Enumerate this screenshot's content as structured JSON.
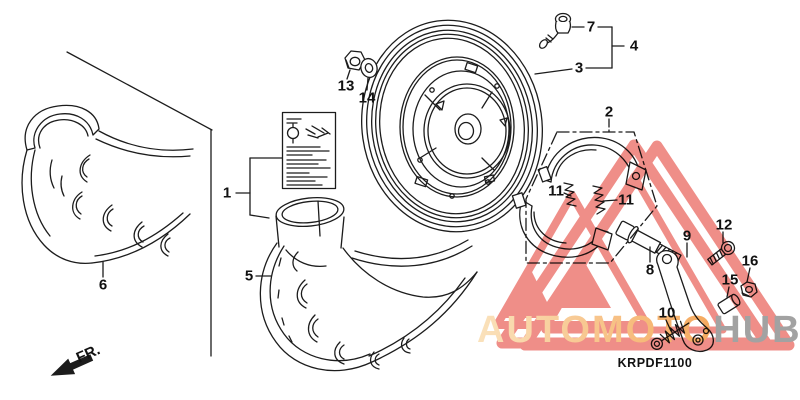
{
  "diagram": {
    "title_code": "KRPDF1100",
    "direction_label": "FR.",
    "callouts": {
      "c1": "1",
      "c2": "2",
      "c3": "3",
      "c4": "4",
      "c5": "5",
      "c6": "6",
      "c7": "7",
      "c8": "8",
      "c9": "9",
      "c10": "10",
      "c11a": "11",
      "c11b": "11",
      "c12": "12",
      "c13": "13",
      "c14": "14",
      "c15": "15",
      "c16": "16"
    },
    "parts_depicted": [
      "tire-label-sticker",
      "brake-shoe-set",
      "rear-wheel",
      "wheel-sub-assembly",
      "tire",
      "tire-section",
      "tire-valve",
      "rear-axle",
      "brake-arm",
      "adjusting-screw-spring",
      "shoe-springs",
      "bolt",
      "lock-nut",
      "washer",
      "joint-pin",
      "adjusting-nut"
    ]
  },
  "watermark": {
    "brand_left": "AUTOMOTO",
    "brand_right": "HUB",
    "colors": {
      "triangle_red": "#ef8e88",
      "text_orange_light": "#fae2bc",
      "text_orange": "#f5a95e",
      "text_gray": "#a2a2a2"
    }
  }
}
